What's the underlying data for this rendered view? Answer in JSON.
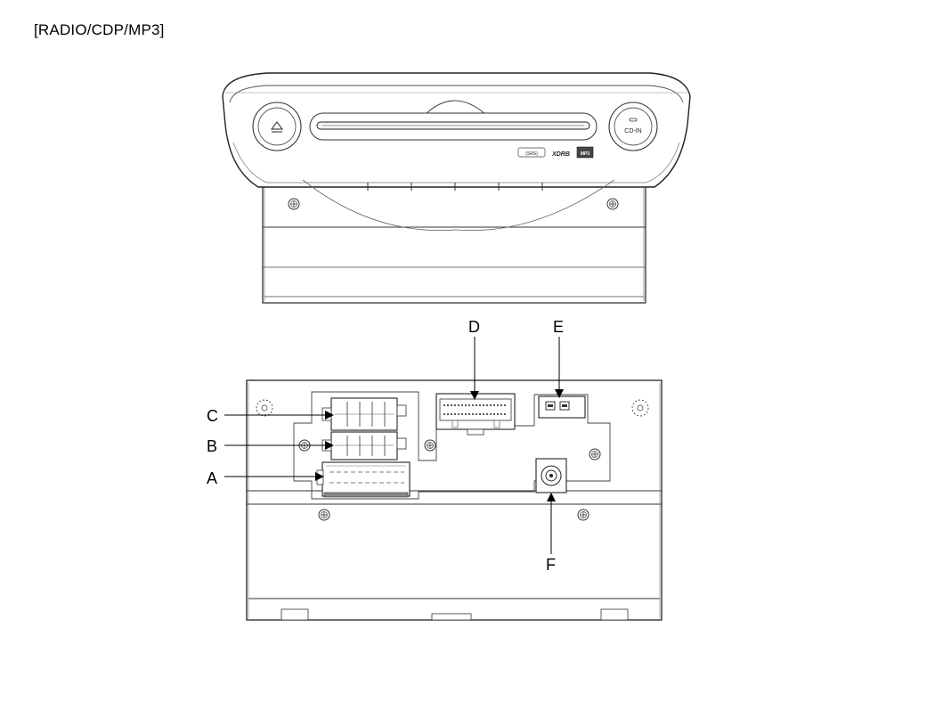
{
  "title": "[RADIO/CDP/MP3]",
  "front_panel": {
    "right_button_text": "CD-IN",
    "eject_symbol": "▲",
    "logos": [
      "(SRS)",
      "XDRB",
      "MP3"
    ]
  },
  "callouts": {
    "A": "A",
    "B": "B",
    "C": "C",
    "D": "D",
    "E": "E",
    "F": "F"
  }
}
